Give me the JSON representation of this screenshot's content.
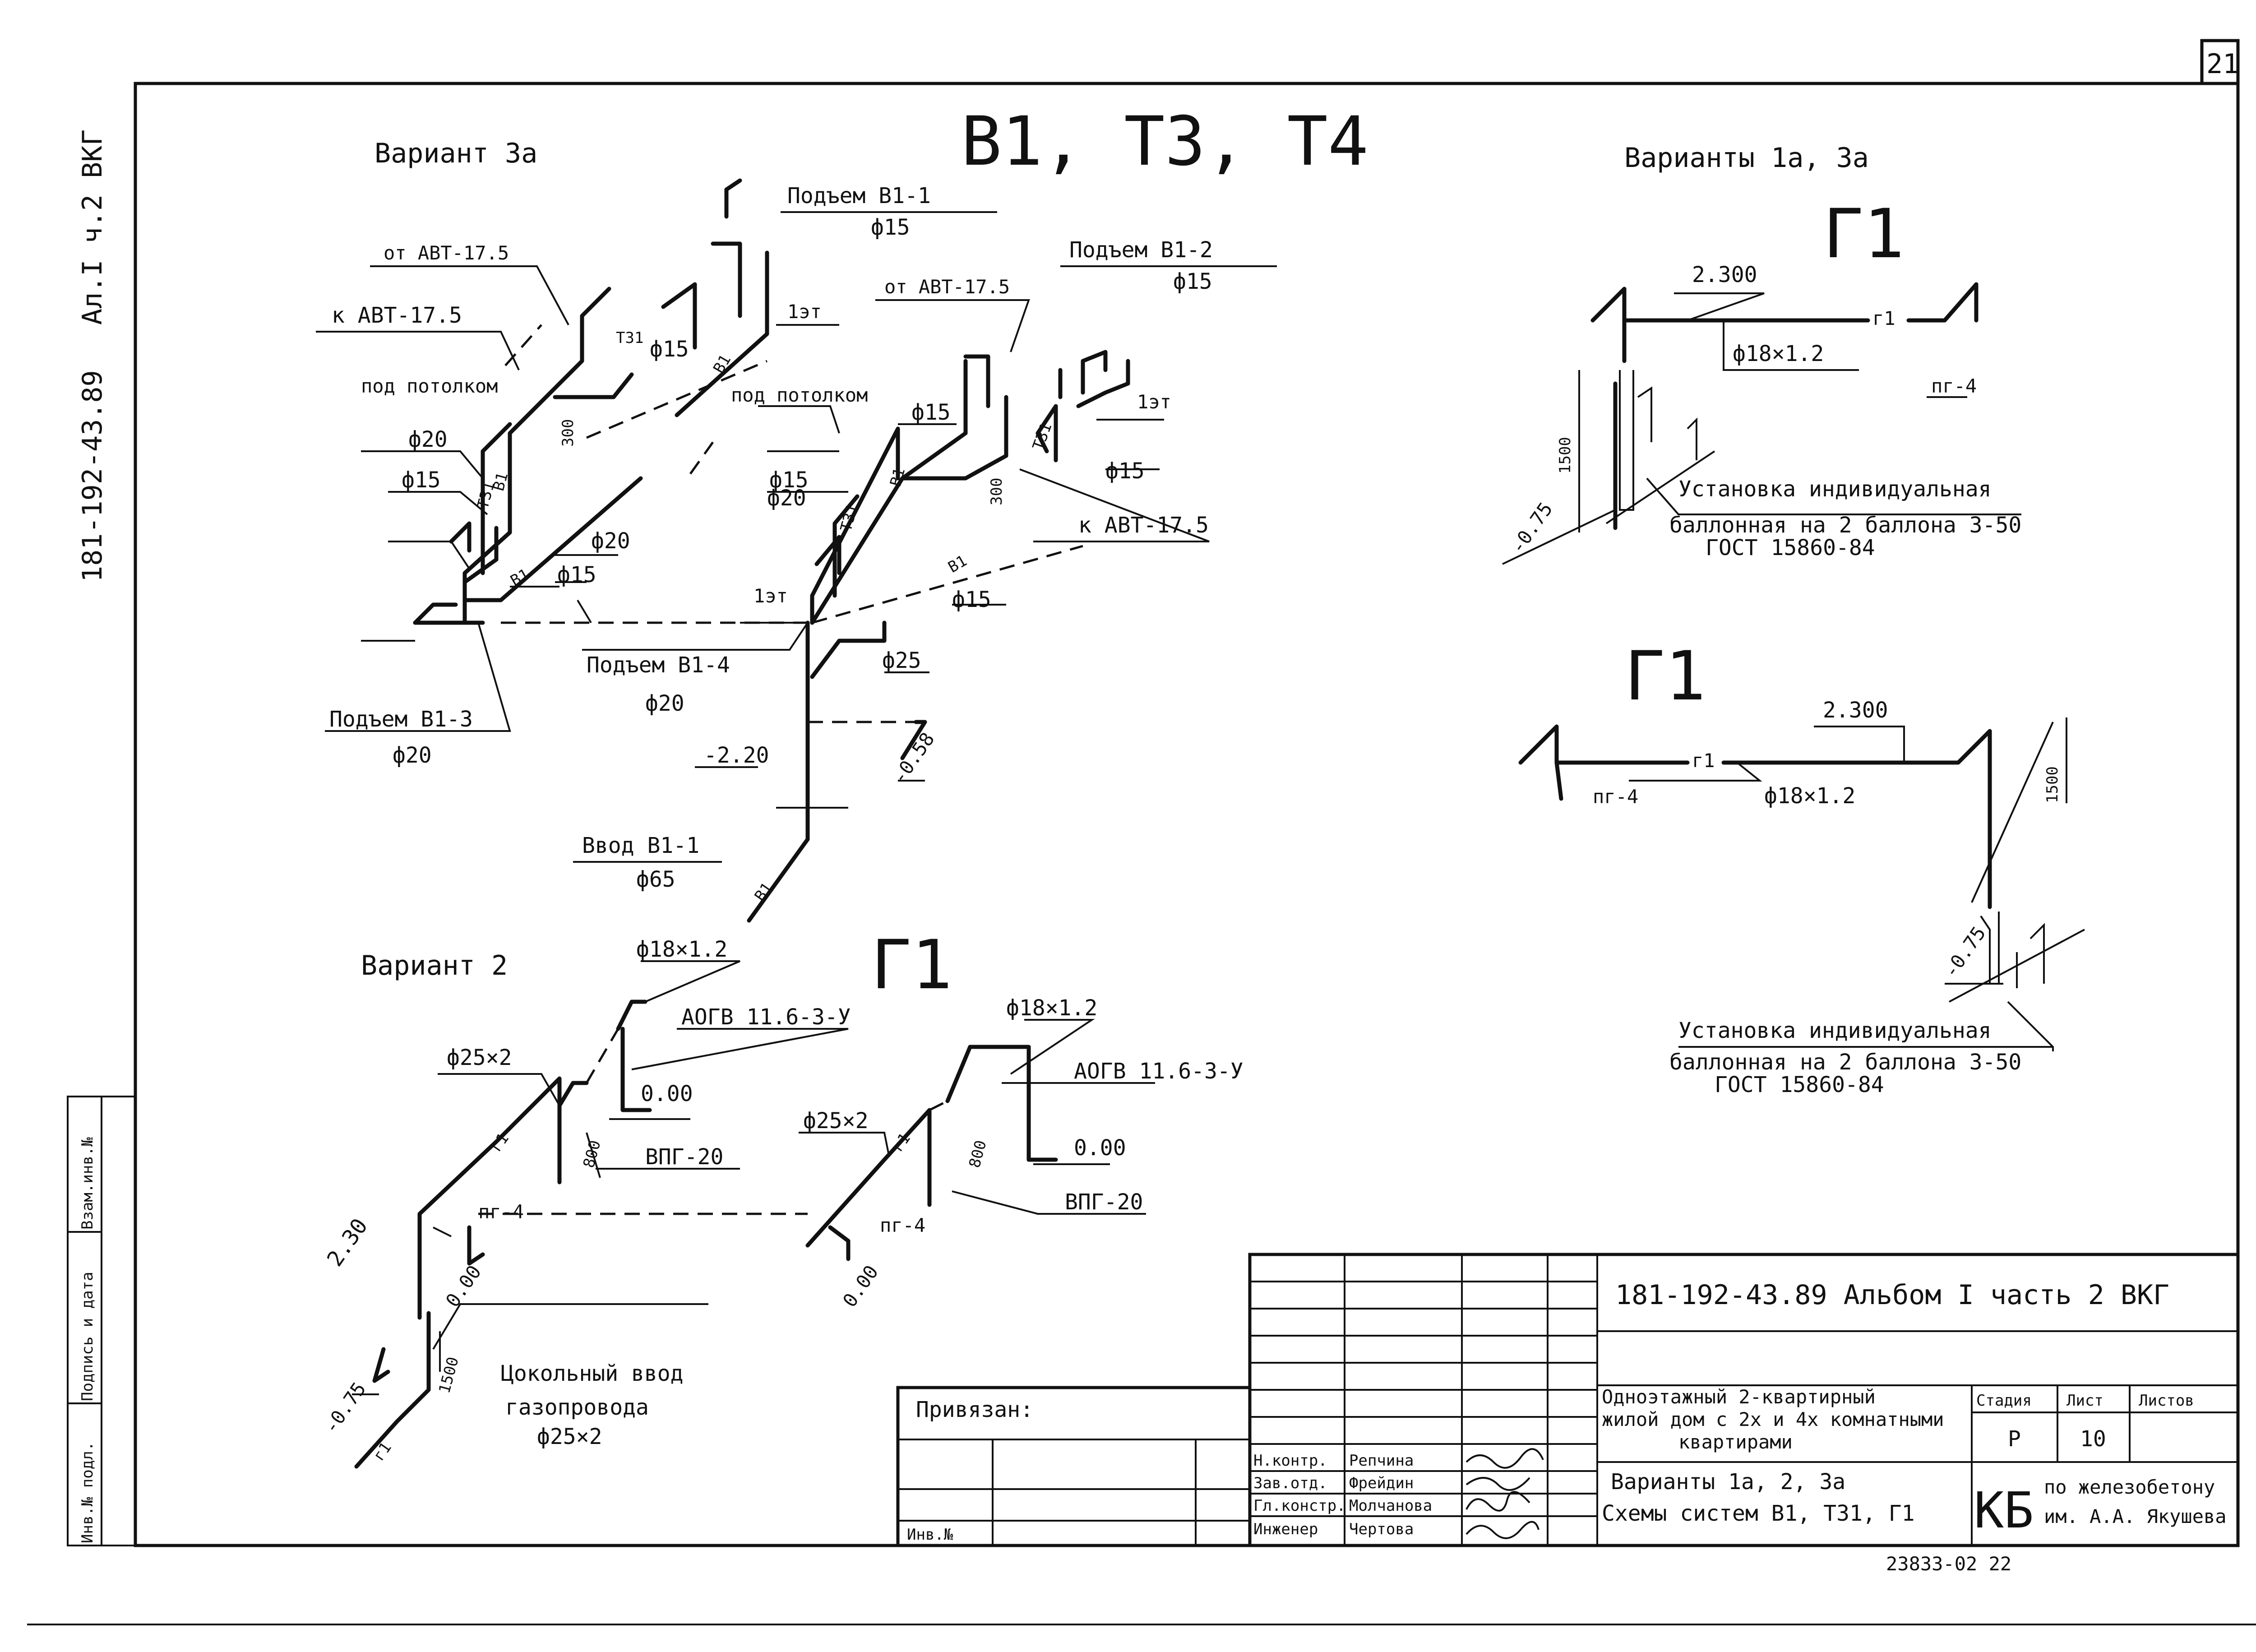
{
  "sheet_number": "21",
  "side_code": "181-192-43.89",
  "side_album": "Ал.I ч.2 ВКГ",
  "side_stamps": [
    "Инв.№ подл.",
    "Подпись и дата",
    "Взам.инв.№"
  ],
  "main_title": "В1, Т3, Т4",
  "variant3a": {
    "heading": "Вариант 3а",
    "labels": [
      "Подъем В1-1",
      "ф15",
      "Подъем В1-2",
      "ф15",
      "от АВТ-17.5",
      "к АВТ-17.5",
      "от АВТ-17.5",
      "под потолком",
      "под потолком",
      "ф20",
      "ф15",
      "ф15",
      "ф20",
      "ф15",
      "ф15",
      "ф20",
      "ф15",
      "ф15",
      "к АВТ-17.5",
      "ф15",
      "1эт",
      "1эт",
      "1эт",
      "Т31",
      "Т31",
      "Т31",
      "Т31",
      "В1",
      "В1",
      "В1",
      "В1",
      "В1",
      "300",
      "300",
      "Подъем В1-4",
      "ф20",
      "ф25",
      "Подъем В1-3",
      "ф20",
      "-2.20",
      "-0.58",
      "Ввод В1-1",
      "ф65",
      "В1"
    ]
  },
  "variant2": {
    "heading": "Вариант 2",
    "title": "Г1",
    "labels": [
      "ф18×1.2",
      "ф25×2",
      "АОГВ 11.6-3-У",
      "0.00",
      "ВПГ-20",
      "г1",
      "800",
      "пг-4",
      "2.30",
      "0.00",
      "Цокольный ввод",
      "газопровода",
      "ф25×2",
      "-0.75",
      "1500",
      "г1"
    ],
    "labels_b": [
      "ф18×1.2",
      "ф25×2",
      "АОГВ 11.6-3-У",
      "0.00",
      "г1",
      "800",
      "ВПГ-20",
      "пг-4",
      "0.00"
    ]
  },
  "variants1a3a": {
    "heading": "Варианты 1а, 3а",
    "top": {
      "title": "Г1",
      "labels": [
        "2.300",
        "г1",
        "ф18×1.2",
        "пг-4",
        "1500",
        "-0.75"
      ],
      "note": [
        "Установка индивидуальная",
        "баллонная на 2 баллона 3-50",
        "ГОСТ 15860-84"
      ]
    },
    "bottom": {
      "title": "Г1",
      "labels": [
        "2.300",
        "г1",
        "пг-4",
        "ф18×1.2",
        "1500",
        "-0.75"
      ],
      "note": [
        "Установка индивидуальная",
        "баллонная на 2 баллона 3-50",
        "ГОСТ 15860-84"
      ]
    }
  },
  "stamp": {
    "privyazan": "Привязан:",
    "inv": "Инв.№",
    "doc_code": "181-192-43.89 Альбом I часть 2 ВКГ",
    "roles": [
      "Н.контр.",
      "Зав.отд.",
      "Гл.констр.",
      "Инженер"
    ],
    "names": [
      "Репчина",
      "Фрейдин",
      "Молчанова",
      "Чертова"
    ],
    "project": [
      "Одноэтажный 2-квартирный",
      "жилой дом с 2х и 4х комнатными",
      "квартирами"
    ],
    "sheet_title": [
      "Варианты 1а, 2, 3а",
      "Схемы систем В1, Т31, Г1"
    ],
    "stage_hdr": "Стадия",
    "sheet_hdr": "Лист",
    "sheets_hdr": "Листов",
    "stage": "Р",
    "sheet": "10",
    "org_mark": "КБ",
    "org": [
      "по железобетону",
      "им. А.А. Якушева"
    ],
    "archive": "23833-02   22"
  }
}
